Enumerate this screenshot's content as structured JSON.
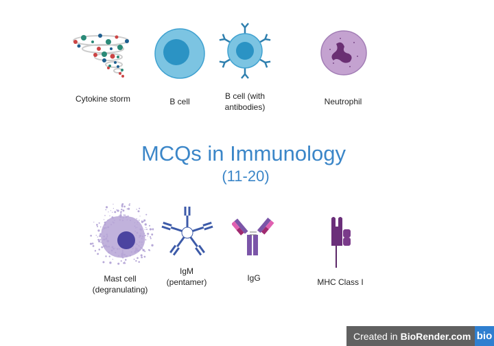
{
  "labels": {
    "cytokine": "Cytokine storm",
    "bcell": "B cell",
    "bcell_ab_1": "B cell (with",
    "bcell_ab_2": "antibodies)",
    "neutrophil": "Neutrophil",
    "mast_1": "Mast cell",
    "mast_2": "(degranulating)",
    "igm_1": "IgM",
    "igm_2": "(pentamer)",
    "igg": "IgG",
    "mhc": "MHC Class I"
  },
  "title": "MCQs in Immunology",
  "subtitle": "(11-20)",
  "badge": {
    "prefix": "Created in",
    "brand": "BioRender.com",
    "logo": "bio"
  },
  "colors": {
    "title": "#3b86c8",
    "bcell": "#7cc4e2",
    "bcell_nucleus": "#2b93c4",
    "neutrophil": "#b890c6",
    "mast": "#8a75c0",
    "igm": "#3c5aa8",
    "igg": "#7b55a8",
    "mhc": "#6b2f7a"
  }
}
